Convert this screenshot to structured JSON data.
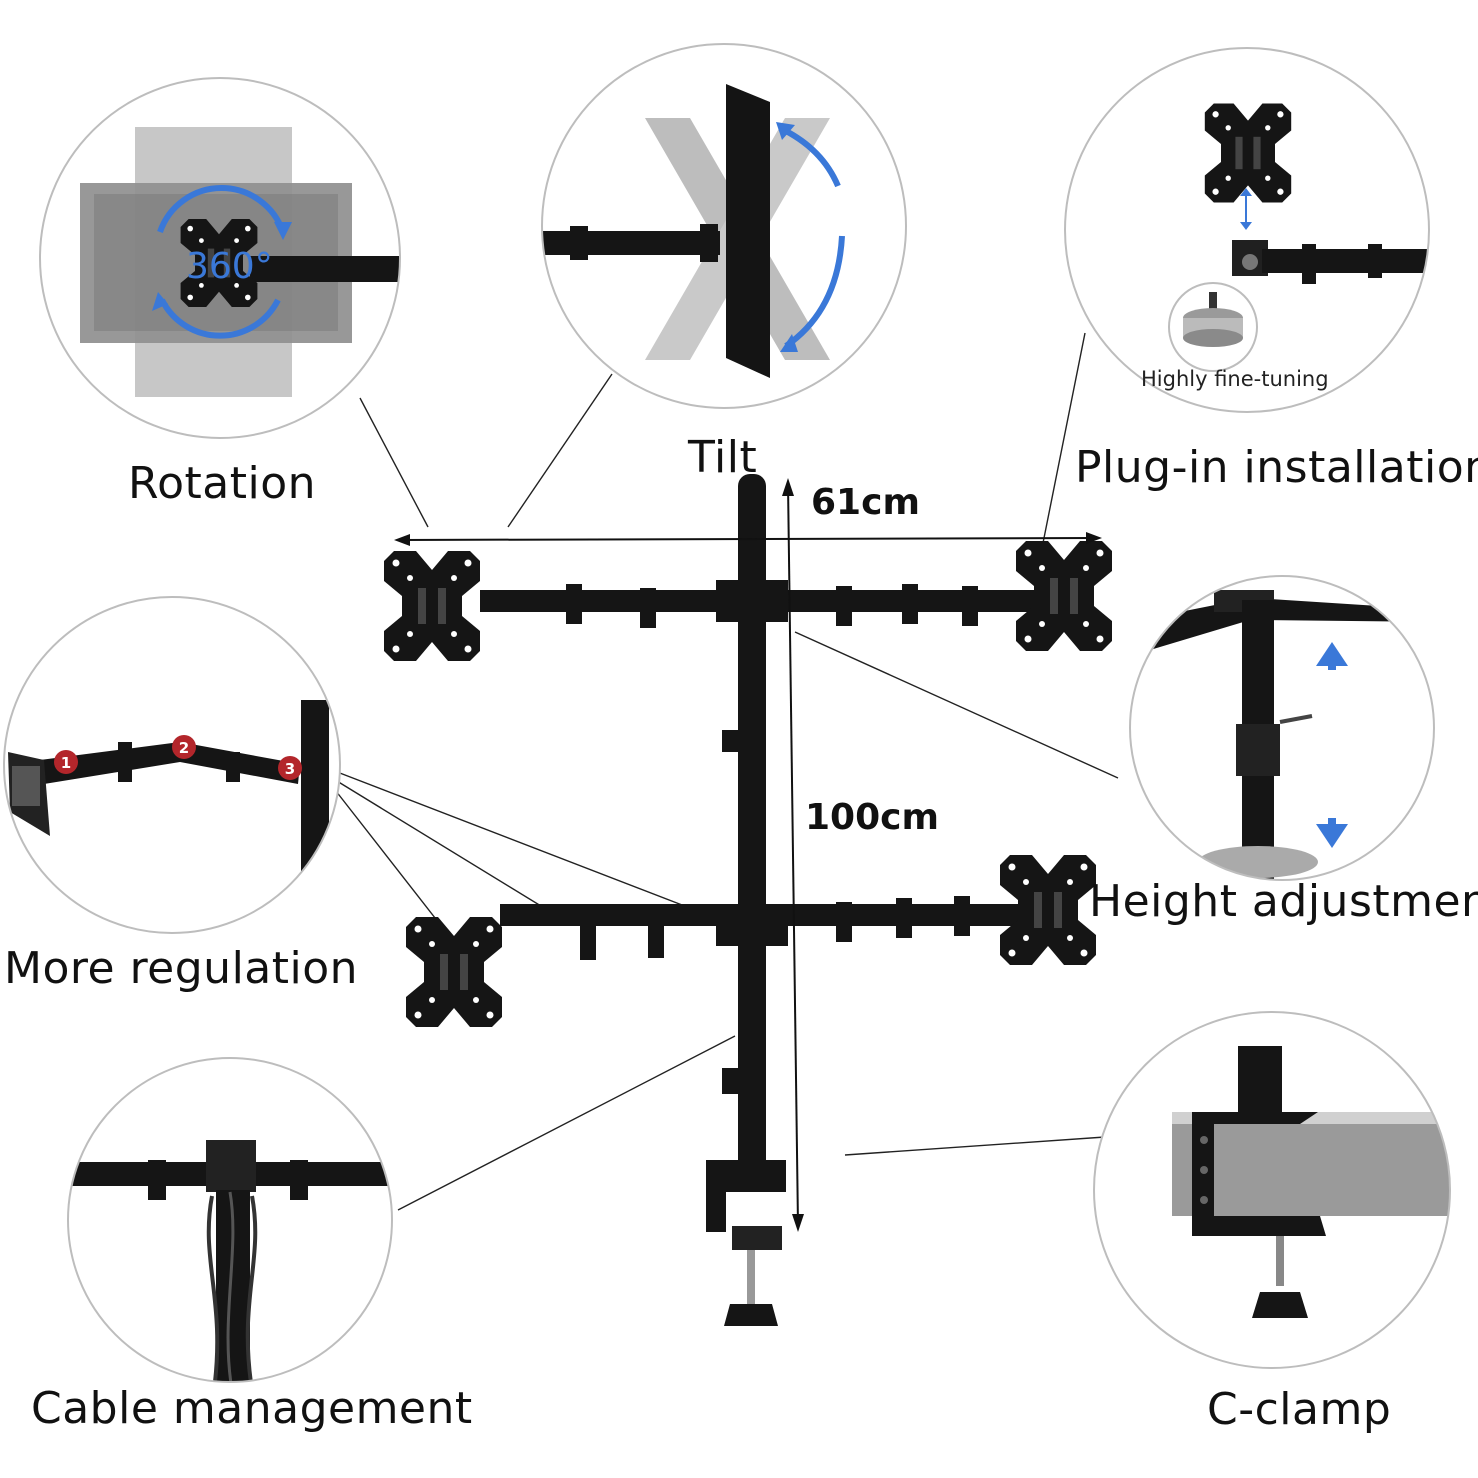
{
  "features": {
    "rotation": {
      "label": "Rotation",
      "badge": "360°"
    },
    "tilt": {
      "label": "Tilt"
    },
    "plug_in": {
      "label": "Plug-in installation",
      "detail": "Highly fine-tuning"
    },
    "more_regulation": {
      "label": "More regulation",
      "joints": [
        "1",
        "2",
        "3"
      ]
    },
    "height_adjustment": {
      "label": "Height adjustment"
    },
    "cable_management": {
      "label": "Cable management"
    },
    "c_clamp": {
      "label": "C-clamp"
    }
  },
  "dimensions": {
    "width": "61cm",
    "height": "100cm"
  },
  "colors": {
    "accent": "#3a78d8",
    "joint_badge": "#b3262b",
    "metal": "#141414"
  }
}
